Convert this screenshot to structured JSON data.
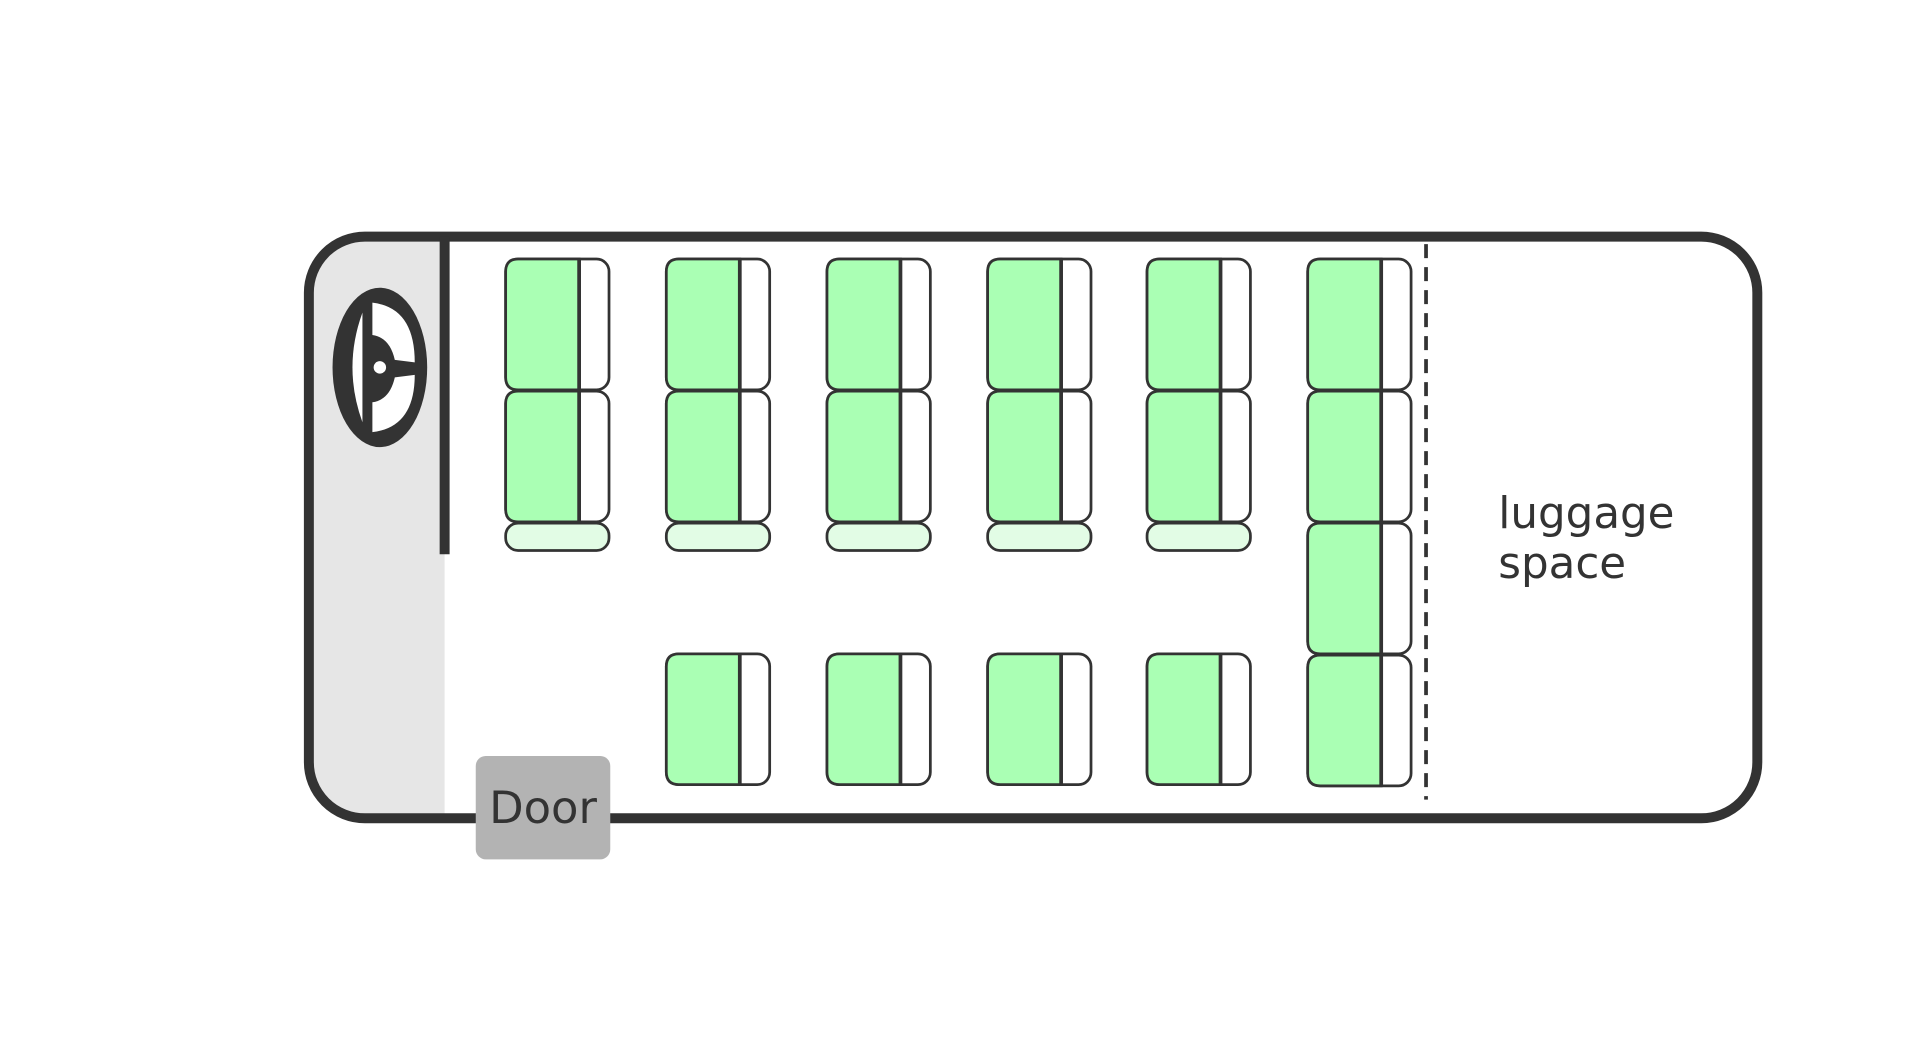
{
  "diagram": {
    "door_label": "Door",
    "luggage_label_line1": "luggage",
    "luggage_label_line2": "space",
    "colors": {
      "outline": "#333333",
      "seat_fill": "#aaffb4",
      "footrest_fill": "#e2fce5",
      "cab_fill": "#e6e6e6",
      "door_fill": "#b3b3b3",
      "text": "#333333",
      "background": "#ffffff"
    },
    "icons": {
      "driver": "steering-wheel-icon"
    },
    "seat_rows": [
      {
        "top_pair": true,
        "footrest": true,
        "bottom_seat": false
      },
      {
        "top_pair": true,
        "footrest": true,
        "bottom_seat": true
      },
      {
        "top_pair": true,
        "footrest": true,
        "bottom_seat": true
      },
      {
        "top_pair": true,
        "footrest": true,
        "bottom_seat": true
      },
      {
        "top_pair": true,
        "footrest": true,
        "bottom_seat": true
      },
      {
        "top_pair": true,
        "footrest": false,
        "bottom_seat": true,
        "back_row_seats": 4
      }
    ]
  }
}
